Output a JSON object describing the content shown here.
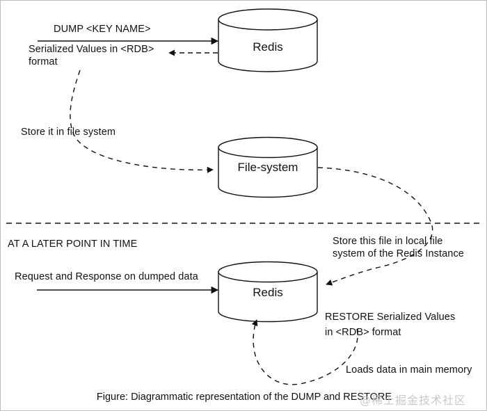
{
  "figure": {
    "caption": "Figure: Diagrammatic representation of the DUMP and RESTORE",
    "watermark": "@稀土掘金技术社区",
    "colors": {
      "stroke": "#111111",
      "background": "#ffffff",
      "border": "#bdbdbd",
      "watermark": "#c9c9c9"
    }
  },
  "nodes": [
    {
      "id": "redis-top",
      "label": "Redis",
      "shape": "cylinder"
    },
    {
      "id": "file-system",
      "label": "File-system",
      "shape": "cylinder"
    },
    {
      "id": "redis-bottom",
      "label": "Redis",
      "shape": "cylinder"
    }
  ],
  "edges": [
    {
      "id": "dump-command",
      "label": "DUMP <KEY NAME>",
      "style": "solid",
      "direction": "left-to-right",
      "from": "client",
      "to": "redis-top"
    },
    {
      "id": "serialized-values-return",
      "label": "Serialized Values in <RDB>\nformat",
      "style": "dashed",
      "direction": "right-to-left",
      "from": "redis-top",
      "to": "client"
    },
    {
      "id": "store-in-file-system",
      "label": "Store it in file system",
      "style": "dashed",
      "direction": "curved",
      "from": "client",
      "to": "file-system"
    },
    {
      "id": "store-local-file-system",
      "label": "Store this file in local file\nsystem of the Redis Instance",
      "style": "dashed",
      "direction": "curved",
      "from": "file-system",
      "to": "redis-bottom"
    },
    {
      "id": "request-response",
      "label": "Request and Response on dumped data",
      "style": "solid",
      "direction": "left-to-right",
      "from": "client",
      "to": "redis-bottom"
    },
    {
      "id": "restore-command",
      "label": "RESTORE Serialized Values\nin <RDB> format",
      "style": "dashed",
      "direction": "curved",
      "from": "file",
      "to": "redis-bottom"
    },
    {
      "id": "loads-data",
      "label": "Loads data in main memory",
      "style": "dashed",
      "direction": "curved",
      "from": "file",
      "to": "redis-bottom"
    }
  ],
  "labels": {
    "dump_command": "DUMP <KEY NAME>",
    "serialized_values_line1": "Serialized Values in <RDB>",
    "serialized_values_line2": "format",
    "store_it_in_file_system": "Store it in file system",
    "at_a_later_point_in_time": "AT A LATER POINT IN TIME",
    "request_and_response": "Request and Response on dumped data",
    "store_this_file_line1": "Store this file in local file",
    "store_this_file_line2": "system of the Redis Instance",
    "restore_line1": "RESTORE Serialized Values",
    "restore_line2": "in <RDB> format",
    "loads_data": "Loads data in main memory",
    "redis_top": "Redis",
    "file_system": "File-system",
    "redis_bottom": "Redis"
  },
  "divider": {
    "id": "time-divider",
    "style": "dashed",
    "orientation": "horizontal"
  }
}
